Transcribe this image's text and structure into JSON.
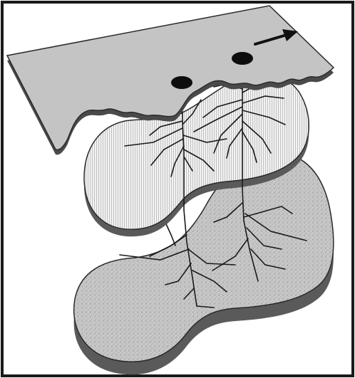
{
  "diagram": {
    "layers": [
      {
        "id": "top-plate",
        "fill": "#c4c4c4"
      },
      {
        "id": "middle-layer",
        "fill": "#ececec"
      },
      {
        "id": "bottom-layer",
        "fill": "#bdbdbd"
      }
    ],
    "markers": [
      "left-dot",
      "right-dot"
    ],
    "arrow": {
      "direction": "right"
    },
    "colors": {
      "outline": "#2a2a2a",
      "shadow": "#5a5a5a",
      "border": "#1a1a1a"
    }
  }
}
